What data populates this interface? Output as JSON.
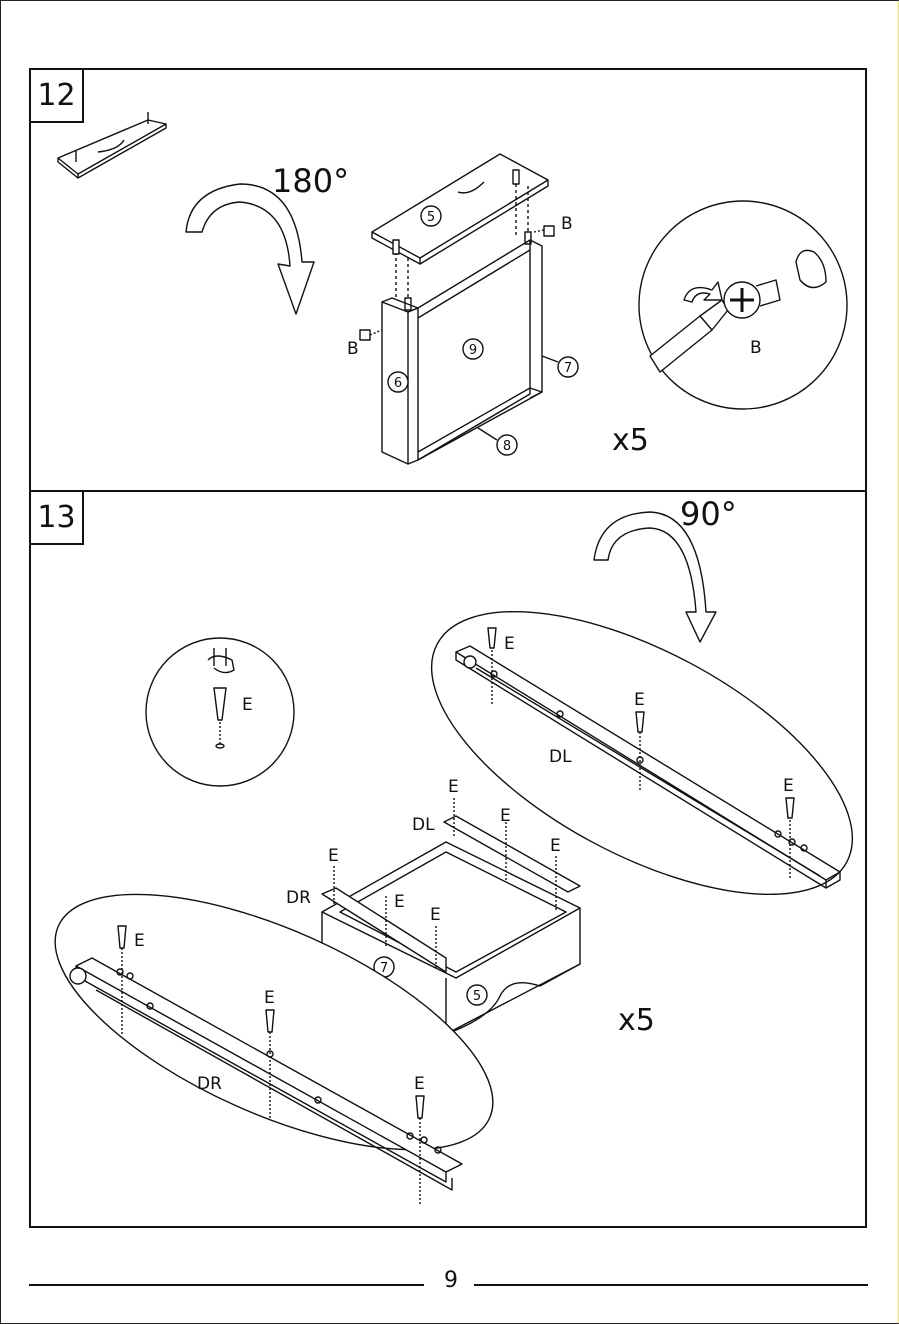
{
  "steps": [
    {
      "number": "12",
      "rotation": "180°",
      "multiplier": "x5",
      "parts": [
        "5",
        "6",
        "7",
        "8",
        "9"
      ],
      "hardware": "B"
    },
    {
      "number": "13",
      "rotation": "90°",
      "multiplier": "x5",
      "parts": [
        "5",
        "7"
      ],
      "hardware": "E",
      "slides": {
        "left": "DL",
        "right": "DR"
      }
    }
  ],
  "page_number": "9"
}
